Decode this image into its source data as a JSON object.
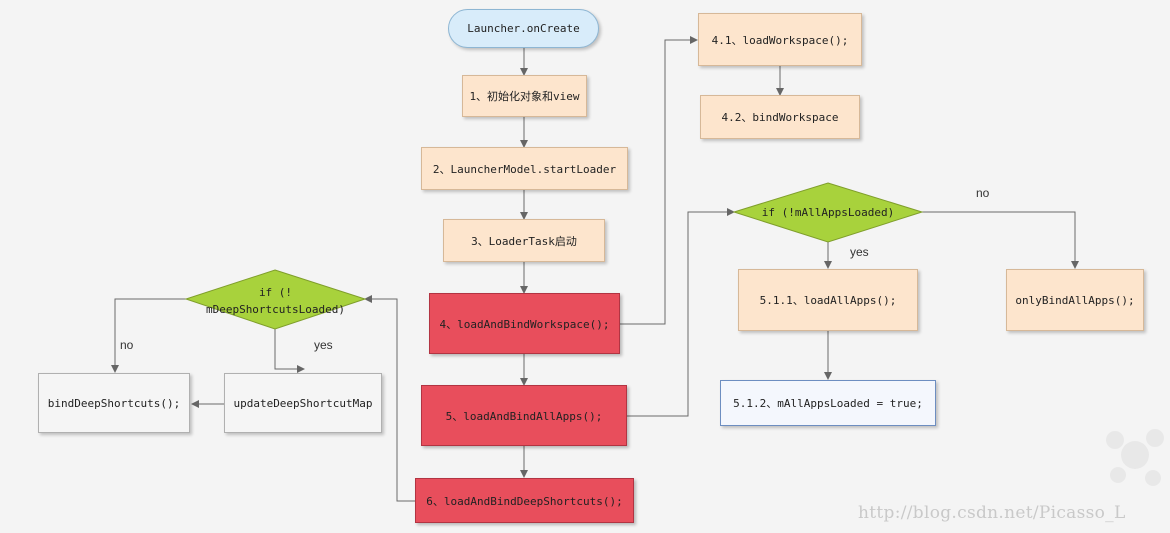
{
  "nodes": {
    "start": "Launcher.onCreate",
    "step1": "1、初始化对象和view",
    "step2": "2、LauncherModel.startLoader",
    "step3": "3、LoaderTask启动",
    "step4": "4、loadAndBindWorkspace();",
    "step41": "4.1、loadWorkspace();",
    "step42": "4.2、bindWorkspace",
    "step5": "5、loadAndBindAllApps();",
    "cond_apps": "if (!mAllAppsLoaded)",
    "step511": "5.1.1、loadAllApps();",
    "step512": "5.1.2、mAllAppsLoaded = true;",
    "only_bind": "onlyBindAllApps();",
    "step6": "6、loadAndBindDeepShortcuts();",
    "cond_shortcuts_line1": "if (!",
    "cond_shortcuts_line2": "mDeepShortcutsLoaded)",
    "update_map": "updateDeepShortcutMap",
    "bind_deep": "bindDeepShortcuts();"
  },
  "labels": {
    "apps_yes": "yes",
    "apps_no": "no",
    "shortcuts_yes": "yes",
    "shortcuts_no": "no"
  },
  "watermark": "http://blog.csdn.net/Picasso_L",
  "colors": {
    "peach": "#fde5cd",
    "red": "#e84e5c",
    "diamond": "#a8d23c",
    "start": "#d8ecfa",
    "connector": "#666666"
  }
}
